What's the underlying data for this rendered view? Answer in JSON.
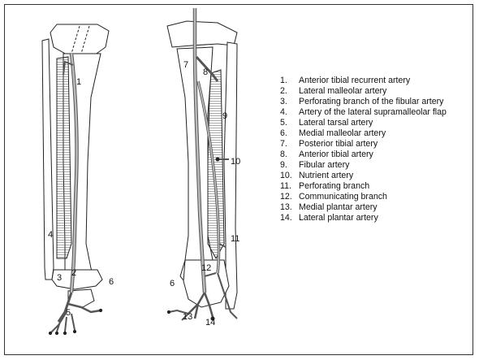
{
  "figure": {
    "left_callouts": [
      "1",
      "2",
      "3",
      "4",
      "5",
      "6"
    ],
    "right_callouts": [
      "6",
      "7",
      "8",
      "9",
      "10",
      "11",
      "12",
      "13",
      "14"
    ]
  },
  "legend": [
    {
      "num": "1.",
      "text": "Anterior tibial recurrent artery"
    },
    {
      "num": "2.",
      "text": "Lateral malleolar artery"
    },
    {
      "num": "3.",
      "text": "Perforating branch of the fibular artery"
    },
    {
      "num": "4.",
      "text": "Artery of the lateral supramalleolar flap"
    },
    {
      "num": "5.",
      "text": "Lateral tarsal artery"
    },
    {
      "num": "6.",
      "text": "Medial malleolar artery"
    },
    {
      "num": "7.",
      "text": "Posterior tibial artery"
    },
    {
      "num": "8.",
      "text": "Anterior tibial artery"
    },
    {
      "num": "9.",
      "text": "Fibular artery"
    },
    {
      "num": "10.",
      "text": "Nutrient artery"
    },
    {
      "num": "11.",
      "text": "Perforating branch"
    },
    {
      "num": "12.",
      "text": "Communicating branch"
    },
    {
      "num": "13.",
      "text": "Medial plantar artery"
    },
    {
      "num": "14.",
      "text": "Lateral plantar artery"
    }
  ]
}
